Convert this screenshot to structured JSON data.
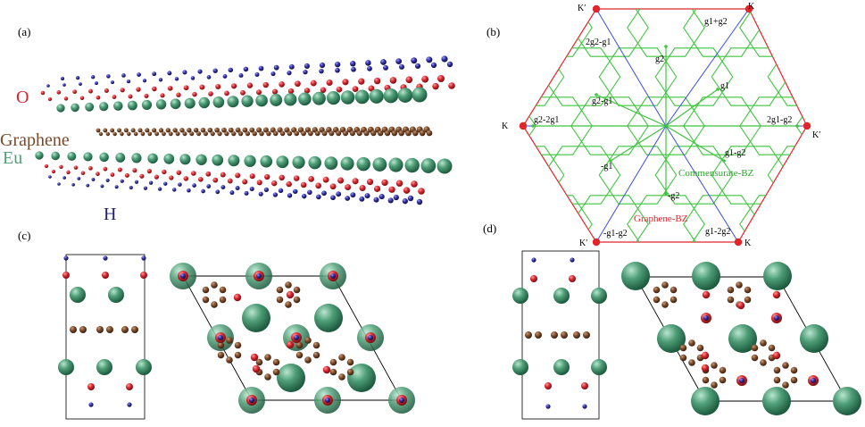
{
  "panels": {
    "a": "(a)",
    "b": "(b)",
    "c": "(c)",
    "d": "(d)"
  },
  "elements": {
    "O": "O",
    "graphene": "Graphene",
    "Eu": "Eu",
    "H": "H"
  },
  "bz_labels": {
    "K": "K",
    "Kp": "K′",
    "g1pg2": "g1+g2",
    "two_g2_m_g1": "2g2-g1",
    "g2": "g2",
    "g1": "g1",
    "g2_m_g1": "g2-g1",
    "g2_m_2g1": "g2-2g1",
    "two_g1_m_g2": "2g1-g2",
    "g1_m_g2": "g1-g2",
    "m_g1": "-g1",
    "m_g2": "-g2",
    "m_g1_m_g2": "-g1-g2",
    "g1_m_2g2": "g1-2g2"
  },
  "legend": {
    "commensurate": "Commensurate-BZ",
    "graphene": "Graphene-BZ"
  },
  "colors": {
    "oxygen": "#d7262e",
    "europium": "#4f9e78",
    "carbon": "#7a4a2a",
    "hydrogen": "#2e2ea0",
    "bz_red": "#e0262b",
    "bz_green": "#3ec43e",
    "bz_blue": "#3a4fd9"
  }
}
